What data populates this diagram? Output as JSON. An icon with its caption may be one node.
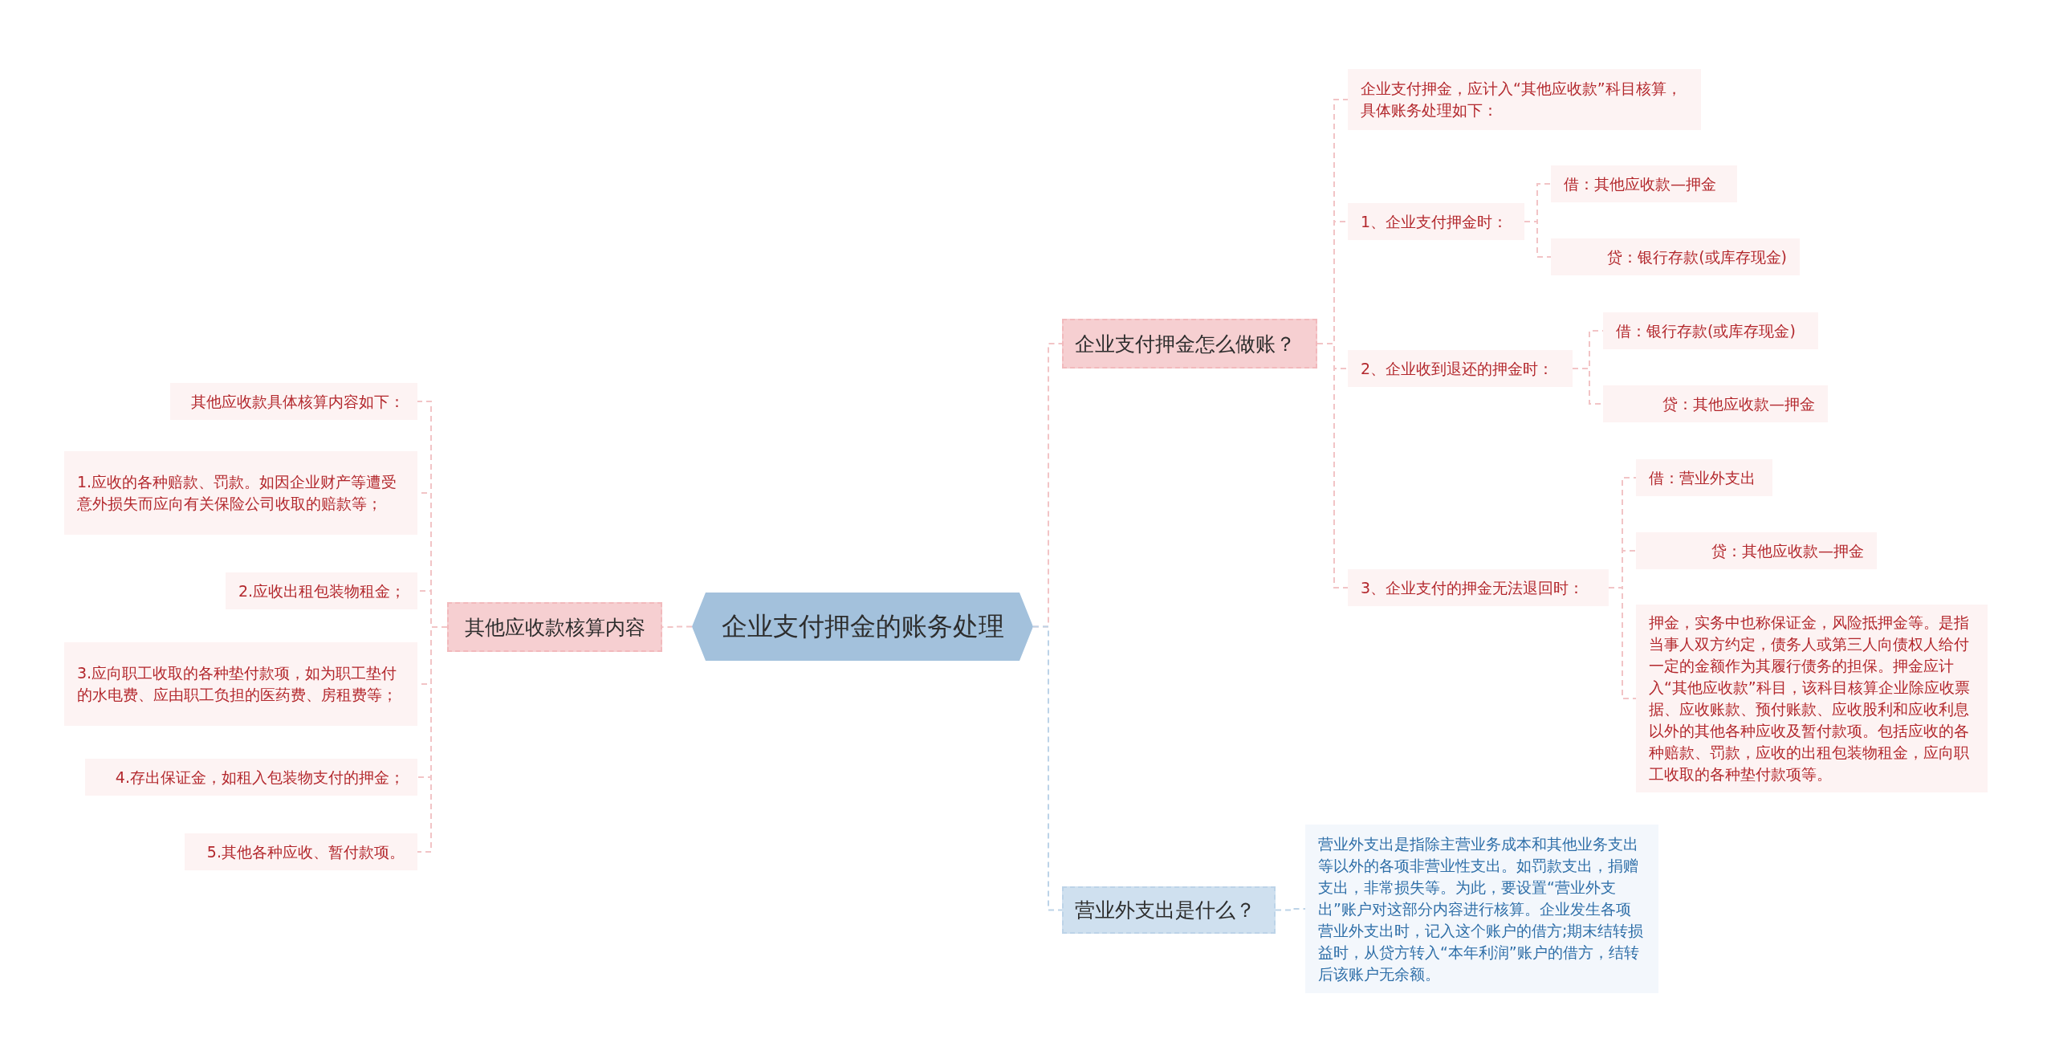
{
  "diagram": {
    "nodes": [
      {
        "text": [
          "企业支付押金的账务处理"
        ]
      },
      {
        "text": [
          "其他应收款核算内容"
        ]
      },
      {
        "text": [
          "其他应收款具体核算内容如下："
        ]
      },
      {
        "text": [
          "1.应收的各种赔款、罚款。如因企业财产等遭受意外损失而应向有关保险公司收取的赔款等；"
        ]
      },
      {
        "text": [
          "2.应收出租包装物租金；"
        ]
      },
      {
        "text": [
          "3.应向职工收取的各种垫付款项，如为职工垫付的水电费、应由职工负担的医药费、房租费等；"
        ]
      },
      {
        "text": [
          "4.存出保证金，如租入包装物支付的押金；"
        ]
      },
      {
        "text": [
          "5.其他各种应收、暂付款项。"
        ]
      },
      {
        "text": [
          "企业支付押金怎么做账？"
        ]
      },
      {
        "text": [
          "企业支付押金，应计入“其他应收款”科目核算，具体账务处理如下："
        ]
      },
      {
        "text": [
          "1、企业支付押金时："
        ]
      },
      {
        "text": [
          "借：其他应收款—押金"
        ]
      },
      {
        "text": [
          "贷：银行存款(或库存现金)"
        ]
      },
      {
        "text": [
          "2、企业收到退还的押金时："
        ]
      },
      {
        "text": [
          "借：银行存款(或库存现金)"
        ]
      },
      {
        "text": [
          "贷：其他应收款—押金"
        ]
      },
      {
        "text": [
          "3、企业支付的押金无法退回时："
        ]
      },
      {
        "text": [
          "借：营业外支出"
        ]
      },
      {
        "text": [
          "贷：其他应收款—押金"
        ]
      },
      {
        "text": [
          "押金，实务中也称保证金，风险抵押金等。是指当事人双方约定，债务人或第三人向债权人给付一定的金额作为其履行债务的担保。押金应计入“其他应收款”科目，该科目核算企业除应收票据、应收账款、预付账款、应收股利和应收利息以外的其他各种应收及暂付款项。包括应收的各种赔款、罚款，应收的出租包装物租金，应向职工收取的各种垫付款项等。"
        ]
      },
      {
        "text": [
          "营业外支出是什么？"
        ]
      },
      {
        "text": [
          "营业外支出是指除主营业务成本和其他业务支出等以外的各项非营业性支出。如罚款支出，捐赠支出，非常损失等。为此，要设置“营业外支出”账户对这部分内容进行核算。企业发生各项营业外支出时，记入这个账户的借方;期末结转损益时，从贷方转入“本年利润”账户的借方，结转后该账户无余额。"
        ]
      }
    ],
    "edges": [
      {
        "from": 0,
        "to": 1,
        "arrow": "none"
      },
      {
        "from": 1,
        "to": 2,
        "arrow": "none"
      },
      {
        "from": 1,
        "to": 3,
        "arrow": "none"
      },
      {
        "from": 1,
        "to": 4,
        "arrow": "none"
      },
      {
        "from": 1,
        "to": 5,
        "arrow": "none"
      },
      {
        "from": 1,
        "to": 6,
        "arrow": "none"
      },
      {
        "from": 1,
        "to": 7,
        "arrow": "none"
      },
      {
        "from": 0,
        "to": 8,
        "arrow": "none"
      },
      {
        "from": 8,
        "to": 9,
        "arrow": "none"
      },
      {
        "from": 8,
        "to": 10,
        "arrow": "none"
      },
      {
        "from": 8,
        "to": 13,
        "arrow": "none"
      },
      {
        "from": 8,
        "to": 16,
        "arrow": "none"
      },
      {
        "from": 10,
        "to": 11,
        "arrow": "none"
      },
      {
        "from": 10,
        "to": 12,
        "arrow": "none"
      },
      {
        "from": 13,
        "to": 14,
        "arrow": "none"
      },
      {
        "from": 13,
        "to": 15,
        "arrow": "none"
      },
      {
        "from": 16,
        "to": 17,
        "arrow": "none"
      },
      {
        "from": 16,
        "to": 18,
        "arrow": "none"
      },
      {
        "from": 16,
        "to": 19,
        "arrow": "none"
      },
      {
        "from": 0,
        "to": 20,
        "arrow": "none",
        "color": "#bcd3e8"
      },
      {
        "from": 20,
        "to": 21,
        "arrow": "none",
        "color": "#bcd3e8"
      }
    ]
  }
}
